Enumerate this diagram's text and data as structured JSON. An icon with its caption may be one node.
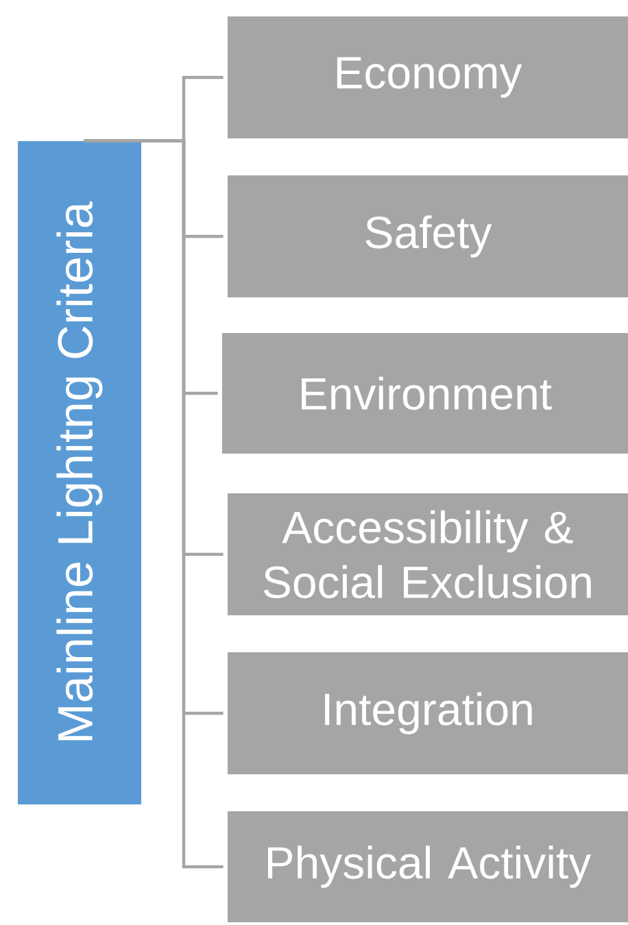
{
  "diagram": {
    "nodes": [
      {
        "text": [
          "Mainline Lighitng Criteria"
        ]
      },
      {
        "text": [
          "Economy"
        ]
      },
      {
        "text": [
          "Safety"
        ]
      },
      {
        "text": [
          "Environment"
        ]
      },
      {
        "text": [
          "Accessibility & Social Exclusion"
        ]
      },
      {
        "text": [
          "Integration"
        ]
      },
      {
        "text": [
          "Physical Activity"
        ]
      }
    ],
    "edges": [
      {
        "from": 0,
        "to": 1,
        "arrow": "none"
      },
      {
        "from": 0,
        "to": 2,
        "arrow": "none"
      },
      {
        "from": 0,
        "to": 3,
        "arrow": "none"
      },
      {
        "from": 0,
        "to": 4,
        "arrow": "none"
      },
      {
        "from": 0,
        "to": 5,
        "arrow": "none"
      },
      {
        "from": 0,
        "to": 6,
        "arrow": "none"
      }
    ]
  }
}
